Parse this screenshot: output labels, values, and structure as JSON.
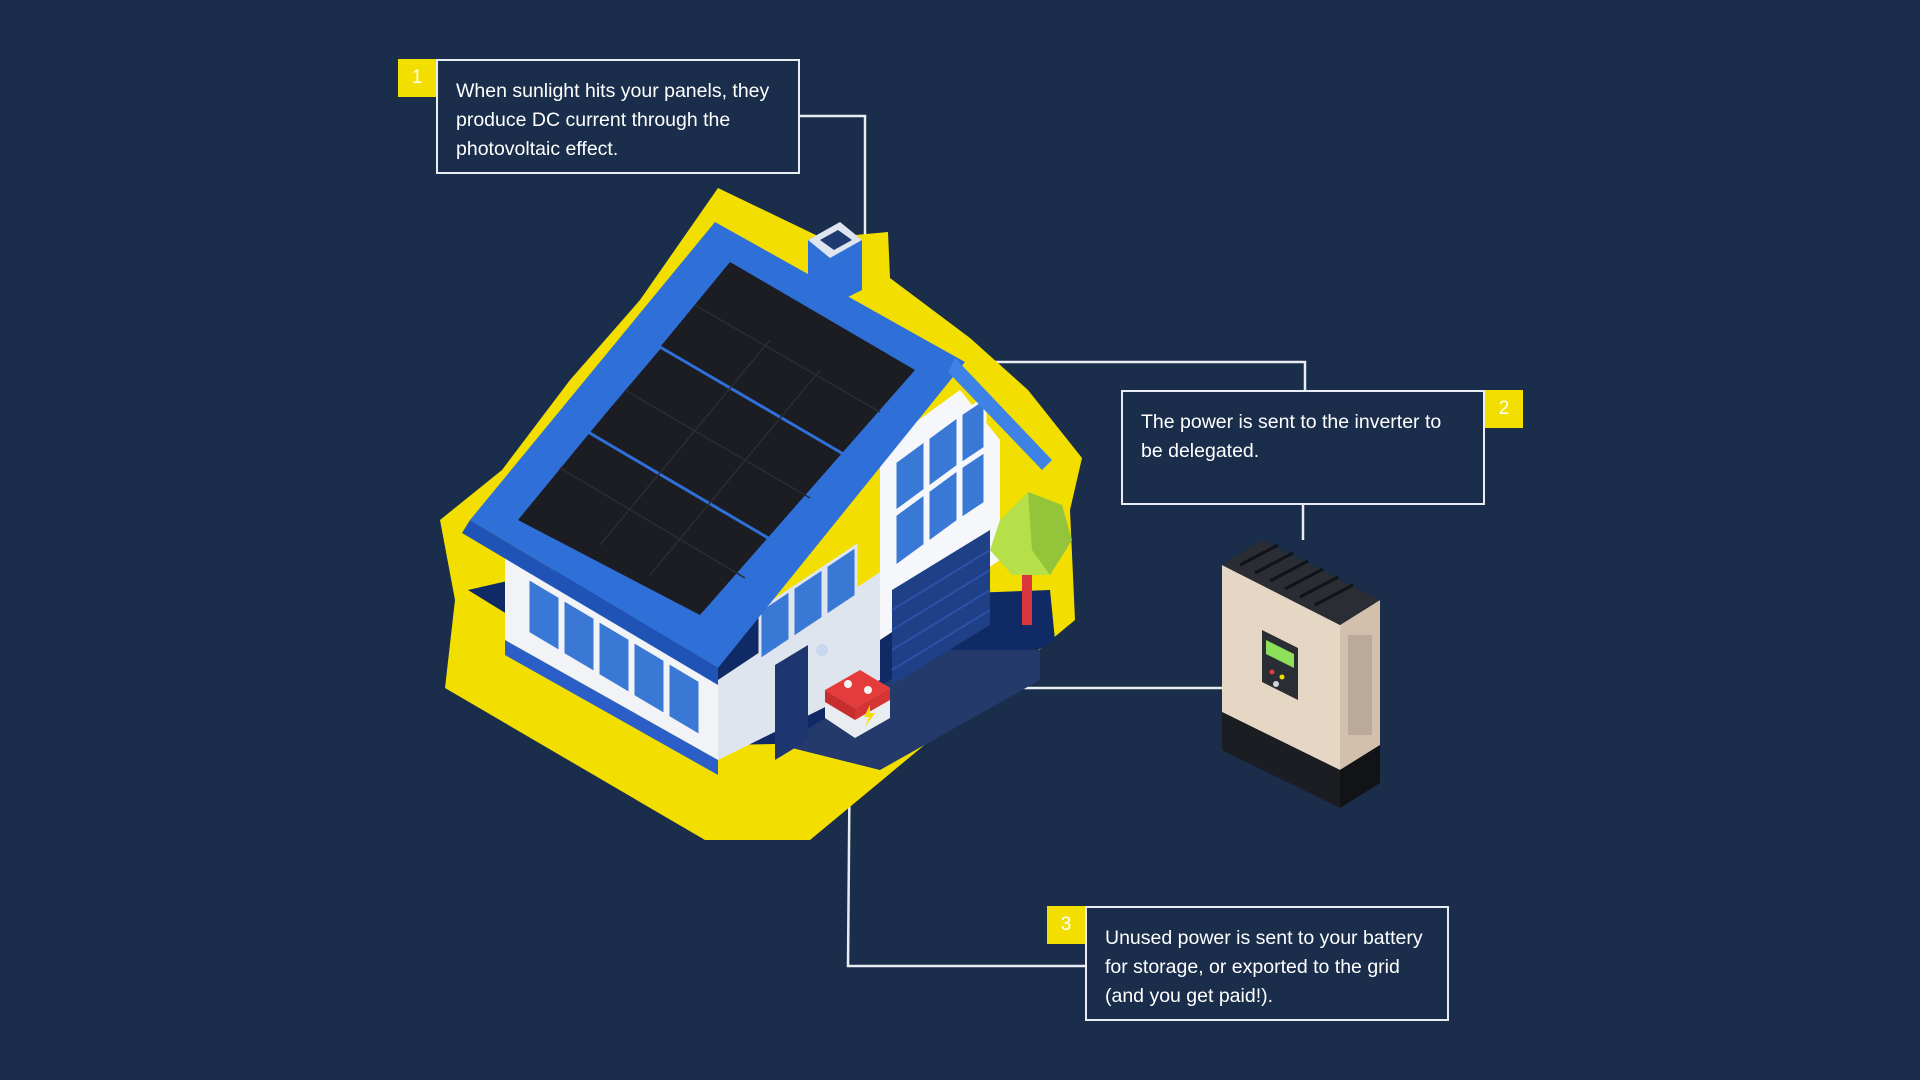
{
  "steps": [
    {
      "number": "1",
      "text": "When sunlight hits your panels, they produce DC current through the photovoltaic effect."
    },
    {
      "number": "2",
      "text": "The power is sent to the inverter to be delegated."
    },
    {
      "number": "3",
      "text": "Unused power is sent to your battery for storage, or exported to the grid (and you get paid!)."
    }
  ],
  "colors": {
    "background": "#1a2d4b",
    "accent_yellow": "#f2df00",
    "roof_blue": "#2f6fd8",
    "panel_black": "#1b1d22",
    "wall_white": "#f1f3f7",
    "connector_line": "#e8edf3",
    "inverter_beige": "#e6d6c4",
    "battery_red": "#e53b3b",
    "tree_green": "#b6e04a"
  }
}
